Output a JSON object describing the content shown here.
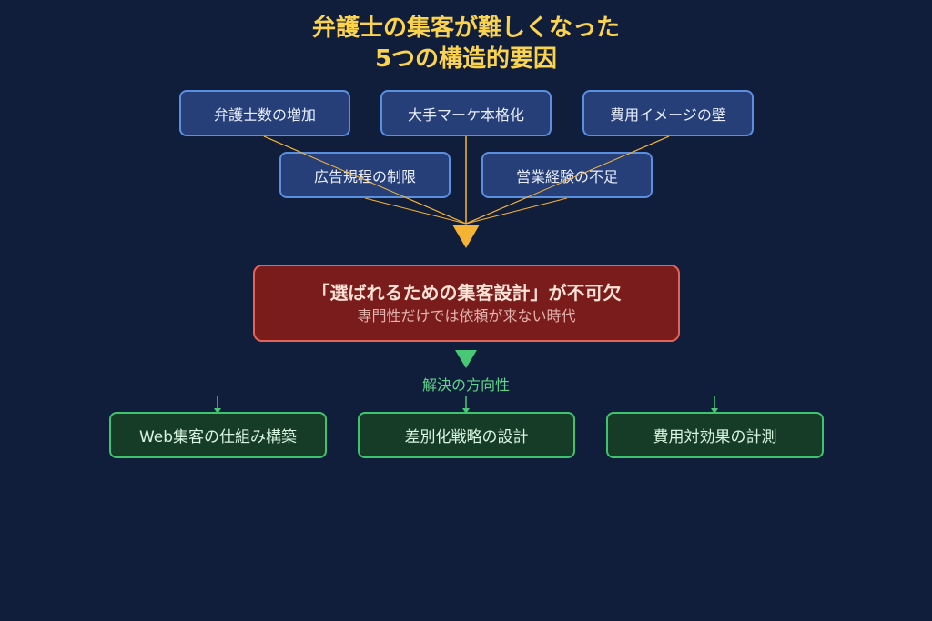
{
  "title": {
    "line1": "弁護士の集客が難しくなった",
    "line2": "5つの構造的要因"
  },
  "causes": [
    {
      "label": "弁護士数の増加"
    },
    {
      "label": "大手マーケ本格化"
    },
    {
      "label": "費用イメージの壁"
    },
    {
      "label": "広告規程の制限"
    },
    {
      "label": "営業経験の不足"
    }
  ],
  "core": {
    "main": "「選ばれるための集客設計」が不可欠",
    "sub": "専門性だけでは依頼が来ない時代"
  },
  "solution_heading": "解決の方向性",
  "solutions": [
    {
      "label": "Web集客の仕組み構築"
    },
    {
      "label": "差別化戦略の設計"
    },
    {
      "label": "費用対効果の計測"
    }
  ],
  "colors": {
    "background": "#111e3b",
    "title": "#fcd34d",
    "cause_fill": "#263f78",
    "cause_border": "#5b8fe0",
    "connector": "#f5b335",
    "core_fill": "#7a1c1c",
    "core_border": "#e56358",
    "solution_fill": "#163b26",
    "solution_border": "#3ec46d",
    "solution_arrow": "#48c774"
  }
}
